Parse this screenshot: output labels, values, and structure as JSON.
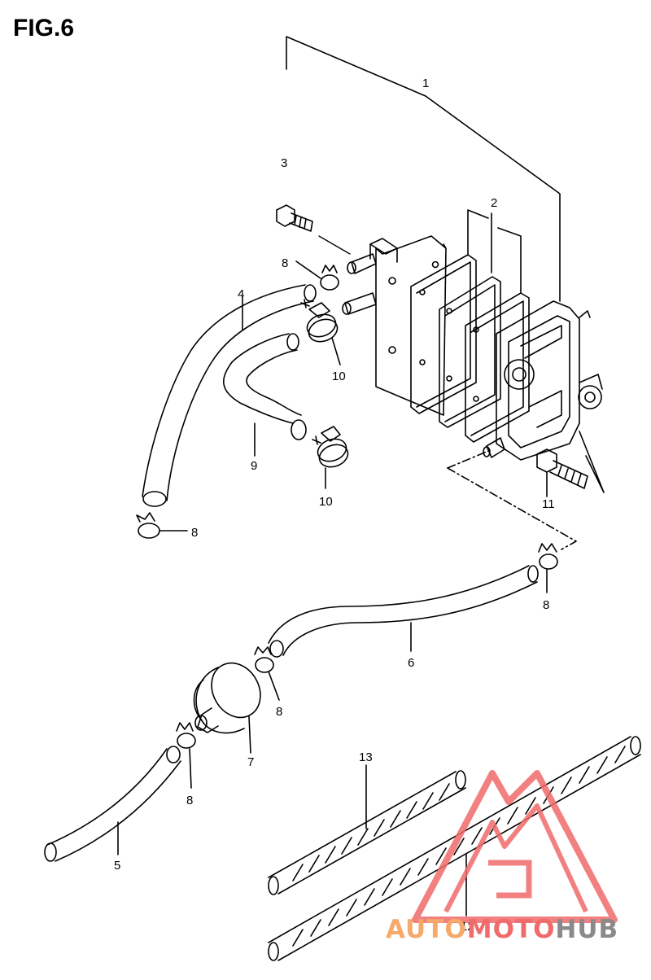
{
  "figure": {
    "title": "FIG.6"
  },
  "callouts": {
    "c1": "1",
    "c2": "2",
    "c3": "3",
    "c4": "4",
    "c5": "5",
    "c6": "6",
    "c7": "7",
    "c8a": "8",
    "c8b": "8",
    "c8c": "8",
    "c8d": "8",
    "c8e": "8",
    "c9": "9",
    "c10a": "10",
    "c10b": "10",
    "c11": "11",
    "c12": "12",
    "c13": "13"
  },
  "watermark": {
    "part1": "AUTO",
    "part2": "MOTO",
    "part3": "HUB",
    "colors": {
      "red": "#f06b6b",
      "gray": "#8a8a8a",
      "orange": "#f5a96a"
    }
  }
}
